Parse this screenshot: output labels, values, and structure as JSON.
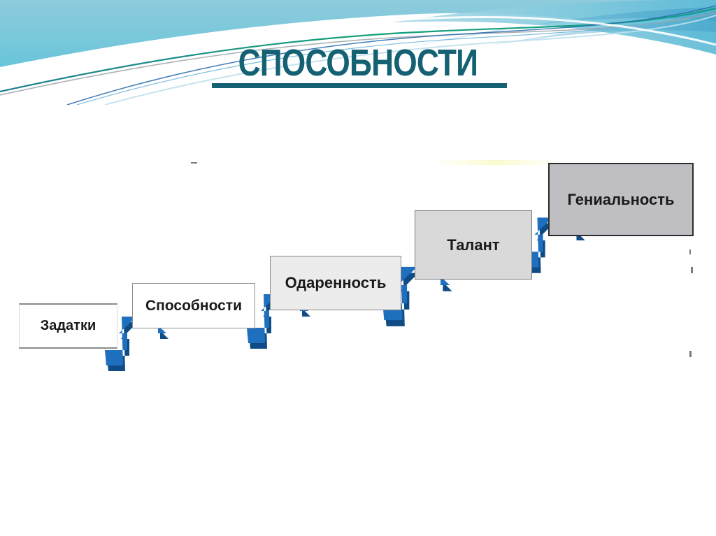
{
  "slide": {
    "title": "СПОСОБНОСТИ",
    "background_color": "#ffffff",
    "title_color": "#136173",
    "accent_color": "#1f6fbf"
  },
  "decoration": {
    "band_color_top": "#7fc4d6",
    "band_color_bottom": "#5ec5d8",
    "swoosh_colors": [
      "#ffffff",
      "#1f7fa8",
      "#17a589",
      "#2e6fb0",
      "#9ccfe0"
    ],
    "name": "teal-wave-banner"
  },
  "diagram": {
    "type": "stepped-progression",
    "caption": "",
    "arrow_color": "#1f6fbf",
    "arrow_shadow_color": "#0f4b85",
    "steps": [
      {
        "id": "zadatki",
        "label": "Задатки",
        "fill": "#ffffff",
        "order": 1
      },
      {
        "id": "sposobnosti",
        "label": "Способности",
        "fill": "#ffffff",
        "order": 2
      },
      {
        "id": "odarennost",
        "label": "Одаренность",
        "fill": "#ececec",
        "order": 3
      },
      {
        "id": "talant",
        "label": "Талант",
        "fill": "#d9d9d9",
        "order": 4
      },
      {
        "id": "genialnost",
        "label": "Гениальность",
        "fill": "#bfbfc3",
        "order": 5
      }
    ],
    "arrows": [
      {
        "id": "arrow-1",
        "from": "Задатки",
        "to": "Способности"
      },
      {
        "id": "arrow-2",
        "from": "Способности",
        "to": "Одаренность"
      },
      {
        "id": "arrow-3",
        "from": "Одаренность",
        "to": "Талант"
      },
      {
        "id": "arrow-4",
        "from": "Талант",
        "to": "Гениальность"
      }
    ]
  }
}
